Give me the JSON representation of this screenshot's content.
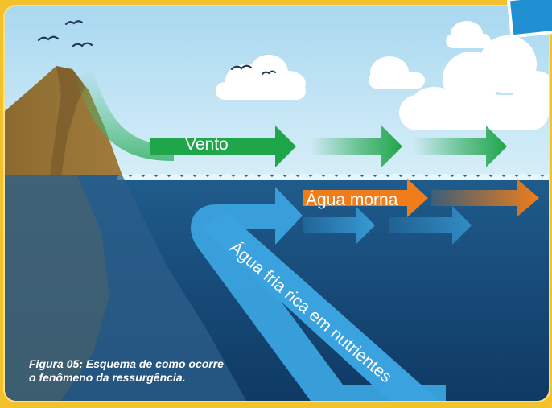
{
  "labels": {
    "wind": "Vento",
    "warm_water": "Água morna",
    "cold_water": "Água fria rica em nutrientes"
  },
  "caption": {
    "line1": "Figura 05: Esquema de como ocorre",
    "line2": "o fenômeno da ressurgência."
  },
  "colors": {
    "sky": "#bfe3f3",
    "deep_sea": "#1b4f7e",
    "wind_arrow": "#1fa54a",
    "warm_arrow": "#f07d1a",
    "cold_arrow": "#3aa3df",
    "mountain": "#8a6a32",
    "frame": "#f3c12c"
  },
  "icons": [
    "bird-icon",
    "cloud-icon",
    "arrow-icon"
  ]
}
